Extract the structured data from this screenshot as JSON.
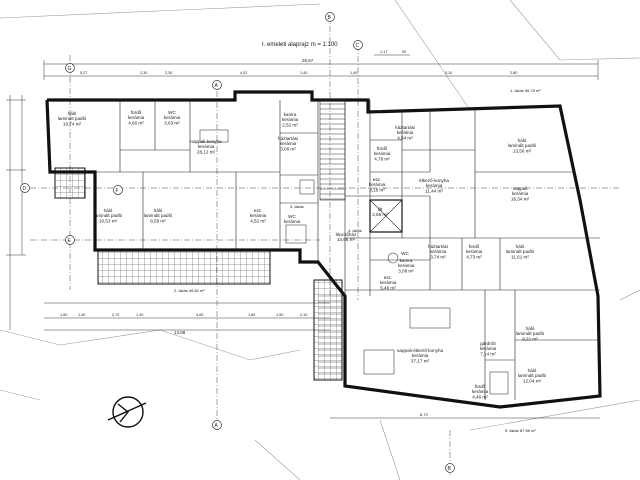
{
  "title": "I. emeleti alaprajz  m = 1:100",
  "top_dimension": "26,67",
  "bottom_dimension": "13,88",
  "bottom_right_dimension": "8,73",
  "grid_letters": [
    "A",
    "B",
    "C",
    "D",
    "E",
    "F",
    "G"
  ],
  "rooms": [
    {
      "name": "háló",
      "l2": "laminált padló",
      "area": "10,74 m²"
    },
    {
      "name": "fürdő",
      "l2": "kerámia",
      "area": "4,60 m²"
    },
    {
      "name": "WC",
      "l2": "kerámia",
      "area": "3,63 m²"
    },
    {
      "name": "nappali-konyha",
      "l2": "kerámia",
      "area": "28,12 m²"
    },
    {
      "name": "kamra",
      "l2": "kerámia",
      "area": "2,52 m²"
    },
    {
      "name": "háztartási",
      "l2": "kerámia",
      "area": "3,06 m²"
    },
    {
      "name": "fürdő",
      "l2": "kerámia",
      "area": "4,78 m²"
    },
    {
      "name": "háztartási",
      "l2": "kerámia",
      "area": "4,94 m²"
    },
    {
      "name": "háló",
      "l2": "laminált padló",
      "area": "13,56 m²"
    },
    {
      "name": "háló",
      "l2": "laminált padló",
      "area": "10,53 m²"
    },
    {
      "name": "háló",
      "l2": "laminált padló",
      "area": "8,58 m²"
    },
    {
      "name": "esz.",
      "l2": "kerámia",
      "area": "4,52 m²"
    },
    {
      "name": "WC",
      "l2": "kerámia",
      "area": ""
    },
    {
      "name": "esz.",
      "l2": "kerámia",
      "area": "3,18 m²"
    },
    {
      "name": "lift",
      "l2": "",
      "area": "2,56 m²"
    },
    {
      "name": "lépcsőház",
      "l2": "",
      "area": "10,66 m²"
    },
    {
      "name": "étkező-konyha",
      "l2": "kerámia",
      "area": "11,44 m²"
    },
    {
      "name": "nappali",
      "l2": "kerámia",
      "area": "16,34 m²"
    },
    {
      "name": "háló",
      "l2": "laminált padló",
      "area": "11,61 m²"
    },
    {
      "name": "háztartási",
      "l2": "kerámia",
      "area": "3,74 m²"
    },
    {
      "name": "fürdő",
      "l2": "kerámia",
      "area": "4,73 m²"
    },
    {
      "name": "kamra",
      "l2": "kerámia",
      "area": "3,08 m²"
    },
    {
      "name": "esz.",
      "l2": "kerámia",
      "area": "5,46 m²"
    },
    {
      "name": "WC",
      "l2": "",
      "area": ""
    },
    {
      "name": "nappali-étkező-konyha",
      "l2": "kerámia",
      "area": "37,17 m²"
    },
    {
      "name": "gardrób",
      "l2": "kerámia",
      "area": "7,14 m²"
    },
    {
      "name": "fürdő",
      "l2": "kerámia",
      "area": "4,46 m²"
    },
    {
      "name": "háló",
      "l2": "laminált padló",
      "area": "9,21 m²"
    },
    {
      "name": "háló",
      "l2": "laminált padló",
      "area": "12,04 m²"
    }
  ],
  "notes": [
    {
      "text": "1. lakás 56,78 m²"
    },
    {
      "text": "2. lakás 46,82 m²"
    },
    {
      "text": "3. lakás"
    },
    {
      "text": "4. lakás"
    },
    {
      "text": "5. lakás 87,58 m²"
    }
  ],
  "dim_top": [
    "5,27",
    "2,30",
    "2,30",
    "4,02",
    "1,40",
    "1,40",
    "3,10",
    "2,80",
    "1,17",
    "90"
  ],
  "dim_bottom": [
    "1,60",
    "1,40",
    "2,70",
    "1,40",
    "4,65",
    "1,80",
    "1,90",
    "2,10"
  ]
}
